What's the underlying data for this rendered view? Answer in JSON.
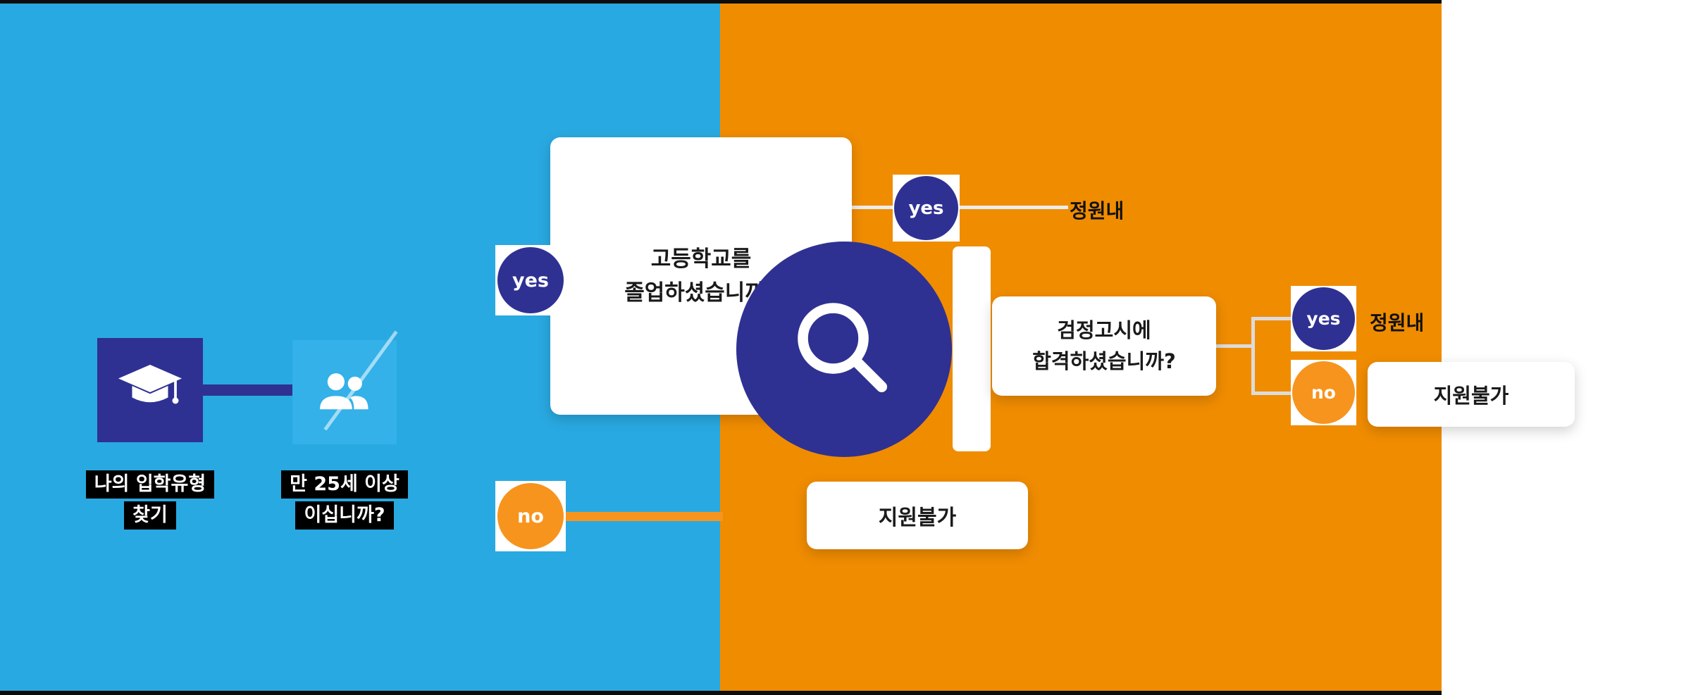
{
  "colors": {
    "left_background": "#29A9E1",
    "right_background": "#F08C00",
    "navy": "#2E3192",
    "orange_node": "#F7941D",
    "connector_light": "#ECECEC",
    "label_highlight": "#000000",
    "label_text": "#FFFFFF",
    "box_text": "#1A1A1A"
  },
  "icons": {
    "start": "graduation-cap-icon",
    "age": "people-icon",
    "overlay": "search-icon"
  },
  "flow": {
    "start_label": {
      "line1": "나의 입학유형",
      "line2": "찾기"
    },
    "age_question": {
      "line1": "만 25세 이상",
      "line2": "이십니까?"
    },
    "age_yes": "yes",
    "age_no": "no",
    "hs_question": {
      "line1": "고등학교를",
      "line2": "졸업하셨습니까?"
    },
    "hs_yes": "yes",
    "quota_top": "정원내",
    "ged_question": {
      "line1": "검정고시에",
      "line2": "합격하셨습니까?"
    },
    "ged_yes": "yes",
    "ged_no": "no",
    "quota_right": "정원내",
    "no_apply_right": "지원불가",
    "no_apply_bottom": "지원불가"
  }
}
